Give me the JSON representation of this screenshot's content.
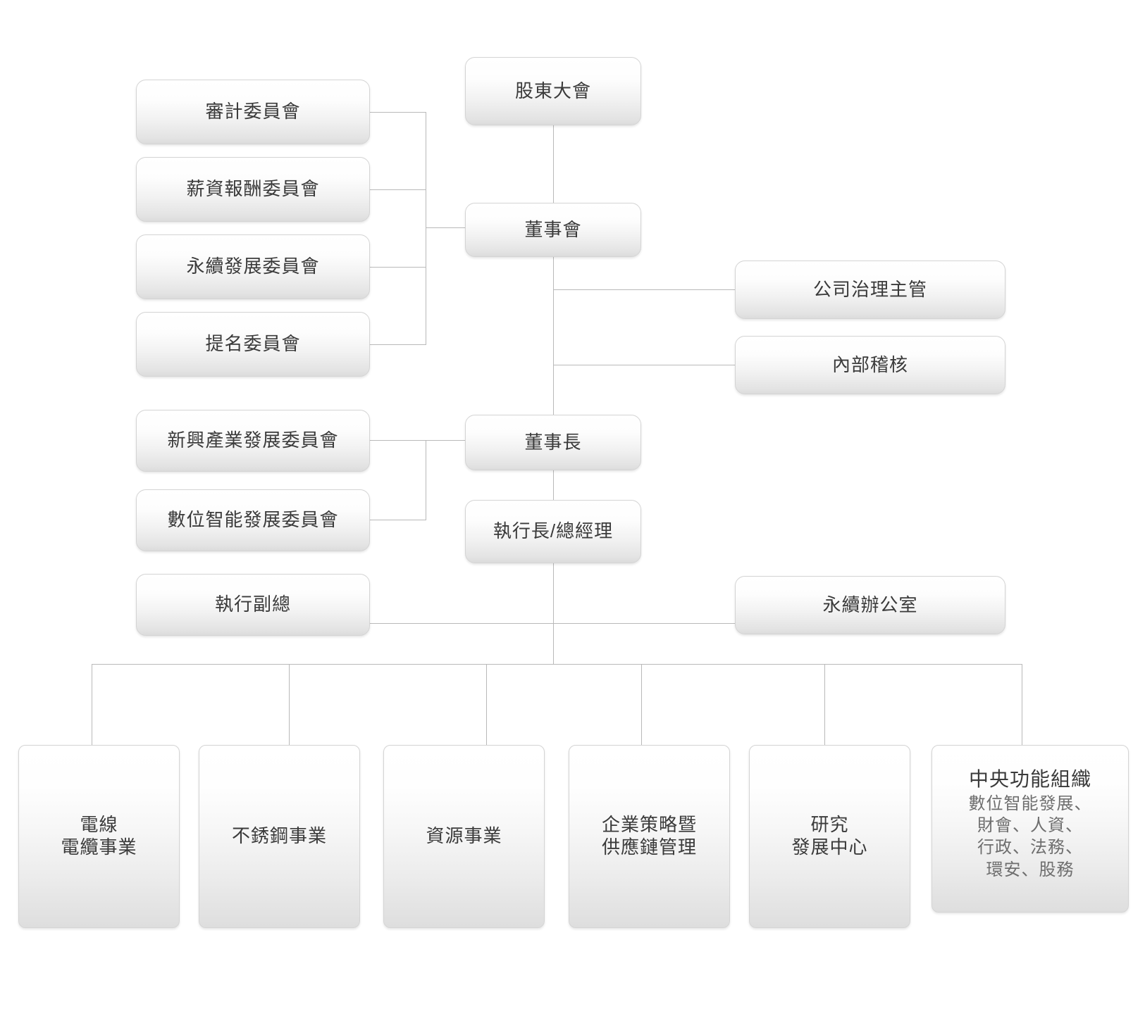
{
  "chart_title": "",
  "theme": {
    "background": "#ffffff",
    "box_border": "#d4d4d4",
    "box_fill_top": "#ffffff",
    "box_fill_bottom": "#dcdcdc",
    "line_color": "#b9b9b9",
    "text_color": "#3a3a3a",
    "sub_text_color": "#6e6e6e"
  },
  "nodes": {
    "shareholders_meeting": "股東大會",
    "board_of_directors": "董事會",
    "chairman": "董事長",
    "ceo_president": "執行長/總經理",
    "audit_committee": "審計委員會",
    "compensation_committee": "薪資報酬委員會",
    "sustainability_committee": "永續發展委員會",
    "nomination_committee": "提名委員會",
    "emerging_industry_committee": "新興產業發展委員會",
    "digital_intelligence_committee": "數位智能發展委員會",
    "executive_vice_president": "執行副總",
    "corporate_governance_officer": "公司治理主管",
    "internal_audit": "內部稽核",
    "sustainability_office": "永續辦公室",
    "wire_cable_business": "電線\n電纜事業",
    "stainless_steel_business": "不銹鋼事業",
    "resources_business": "資源事業",
    "corporate_strategy_supply_chain": "企業策略暨\n供應鏈管理",
    "rd_center": "研究\n發展中心",
    "central_functions_title": "中央功能組織",
    "central_functions_detail": "數位智能發展、\n財會、人資、\n行政、法務、\n環安、股務"
  }
}
